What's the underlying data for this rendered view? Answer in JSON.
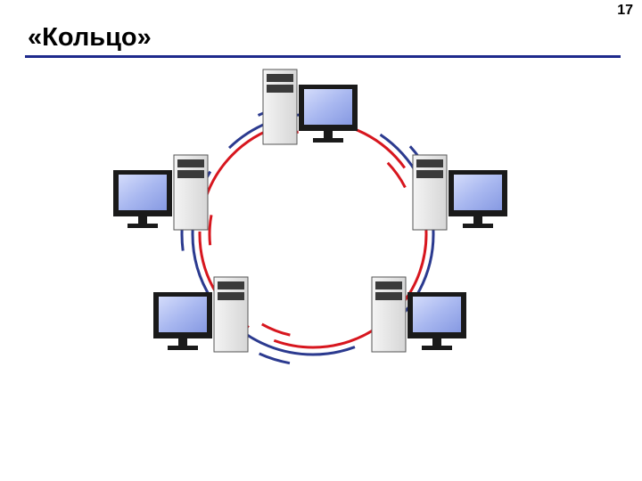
{
  "slide": {
    "number": "17",
    "title": "«Кольцо»"
  },
  "diagram": {
    "topology": "ring",
    "node_count": 5,
    "rings": [
      {
        "name_key": "inner-ring",
        "color": "#d7161e",
        "style": "dashed"
      },
      {
        "name_key": "outer-ring",
        "color": "#2b3a8f",
        "style": "dashed"
      }
    ],
    "colors": {
      "rule": "#1e2a8c",
      "monitor_bezel": "#1a1a1a",
      "monitor_screen": "#a9b8f0",
      "tower_body": "#e6e6e6",
      "tower_bay": "#3a3a3a"
    },
    "nodes": [
      {
        "name_key": "workstation-top",
        "icon": "computer-workstation"
      },
      {
        "name_key": "workstation-left",
        "icon": "computer-workstation"
      },
      {
        "name_key": "workstation-right",
        "icon": "computer-workstation"
      },
      {
        "name_key": "workstation-bottom-left",
        "icon": "computer-workstation"
      },
      {
        "name_key": "workstation-bottom-right",
        "icon": "computer-workstation"
      }
    ]
  }
}
